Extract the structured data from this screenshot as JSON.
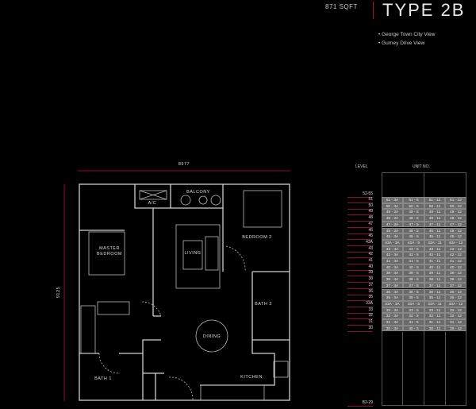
{
  "header": {
    "area": "871 SQFT",
    "type": "TYPE 2B",
    "views": [
      "• George Town City View",
      "• Gurney Drive View"
    ]
  },
  "plan": {
    "width_dim": "8977",
    "depth_dim": "9125",
    "rooms": {
      "balcony": "BALCONY",
      "ac": "A/C",
      "master": "MASTER",
      "master2": "BEDROOM",
      "bedroom2": "BEDROOM 2",
      "living": "LIVING",
      "dining": "DINING",
      "bath1": "BATH 1",
      "bath2": "BATH 2",
      "kitchen": "KITCHEN"
    }
  },
  "table": {
    "level_header": "LEVEL",
    "unit_header": "UNIT NO.",
    "top_level": "52-55",
    "bottom_level": "B2-29",
    "units": [
      "3A",
      "5",
      "11",
      "12"
    ],
    "levels": [
      "51",
      "50",
      "49",
      "48",
      "47",
      "46",
      "45",
      "43A",
      "43",
      "42",
      "41",
      "40",
      "39",
      "38",
      "37",
      "36",
      "35",
      "33A",
      "33",
      "32",
      "31",
      "30"
    ]
  },
  "colors": {
    "accent": "#8a1030",
    "cell": "#6a6a6a"
  }
}
